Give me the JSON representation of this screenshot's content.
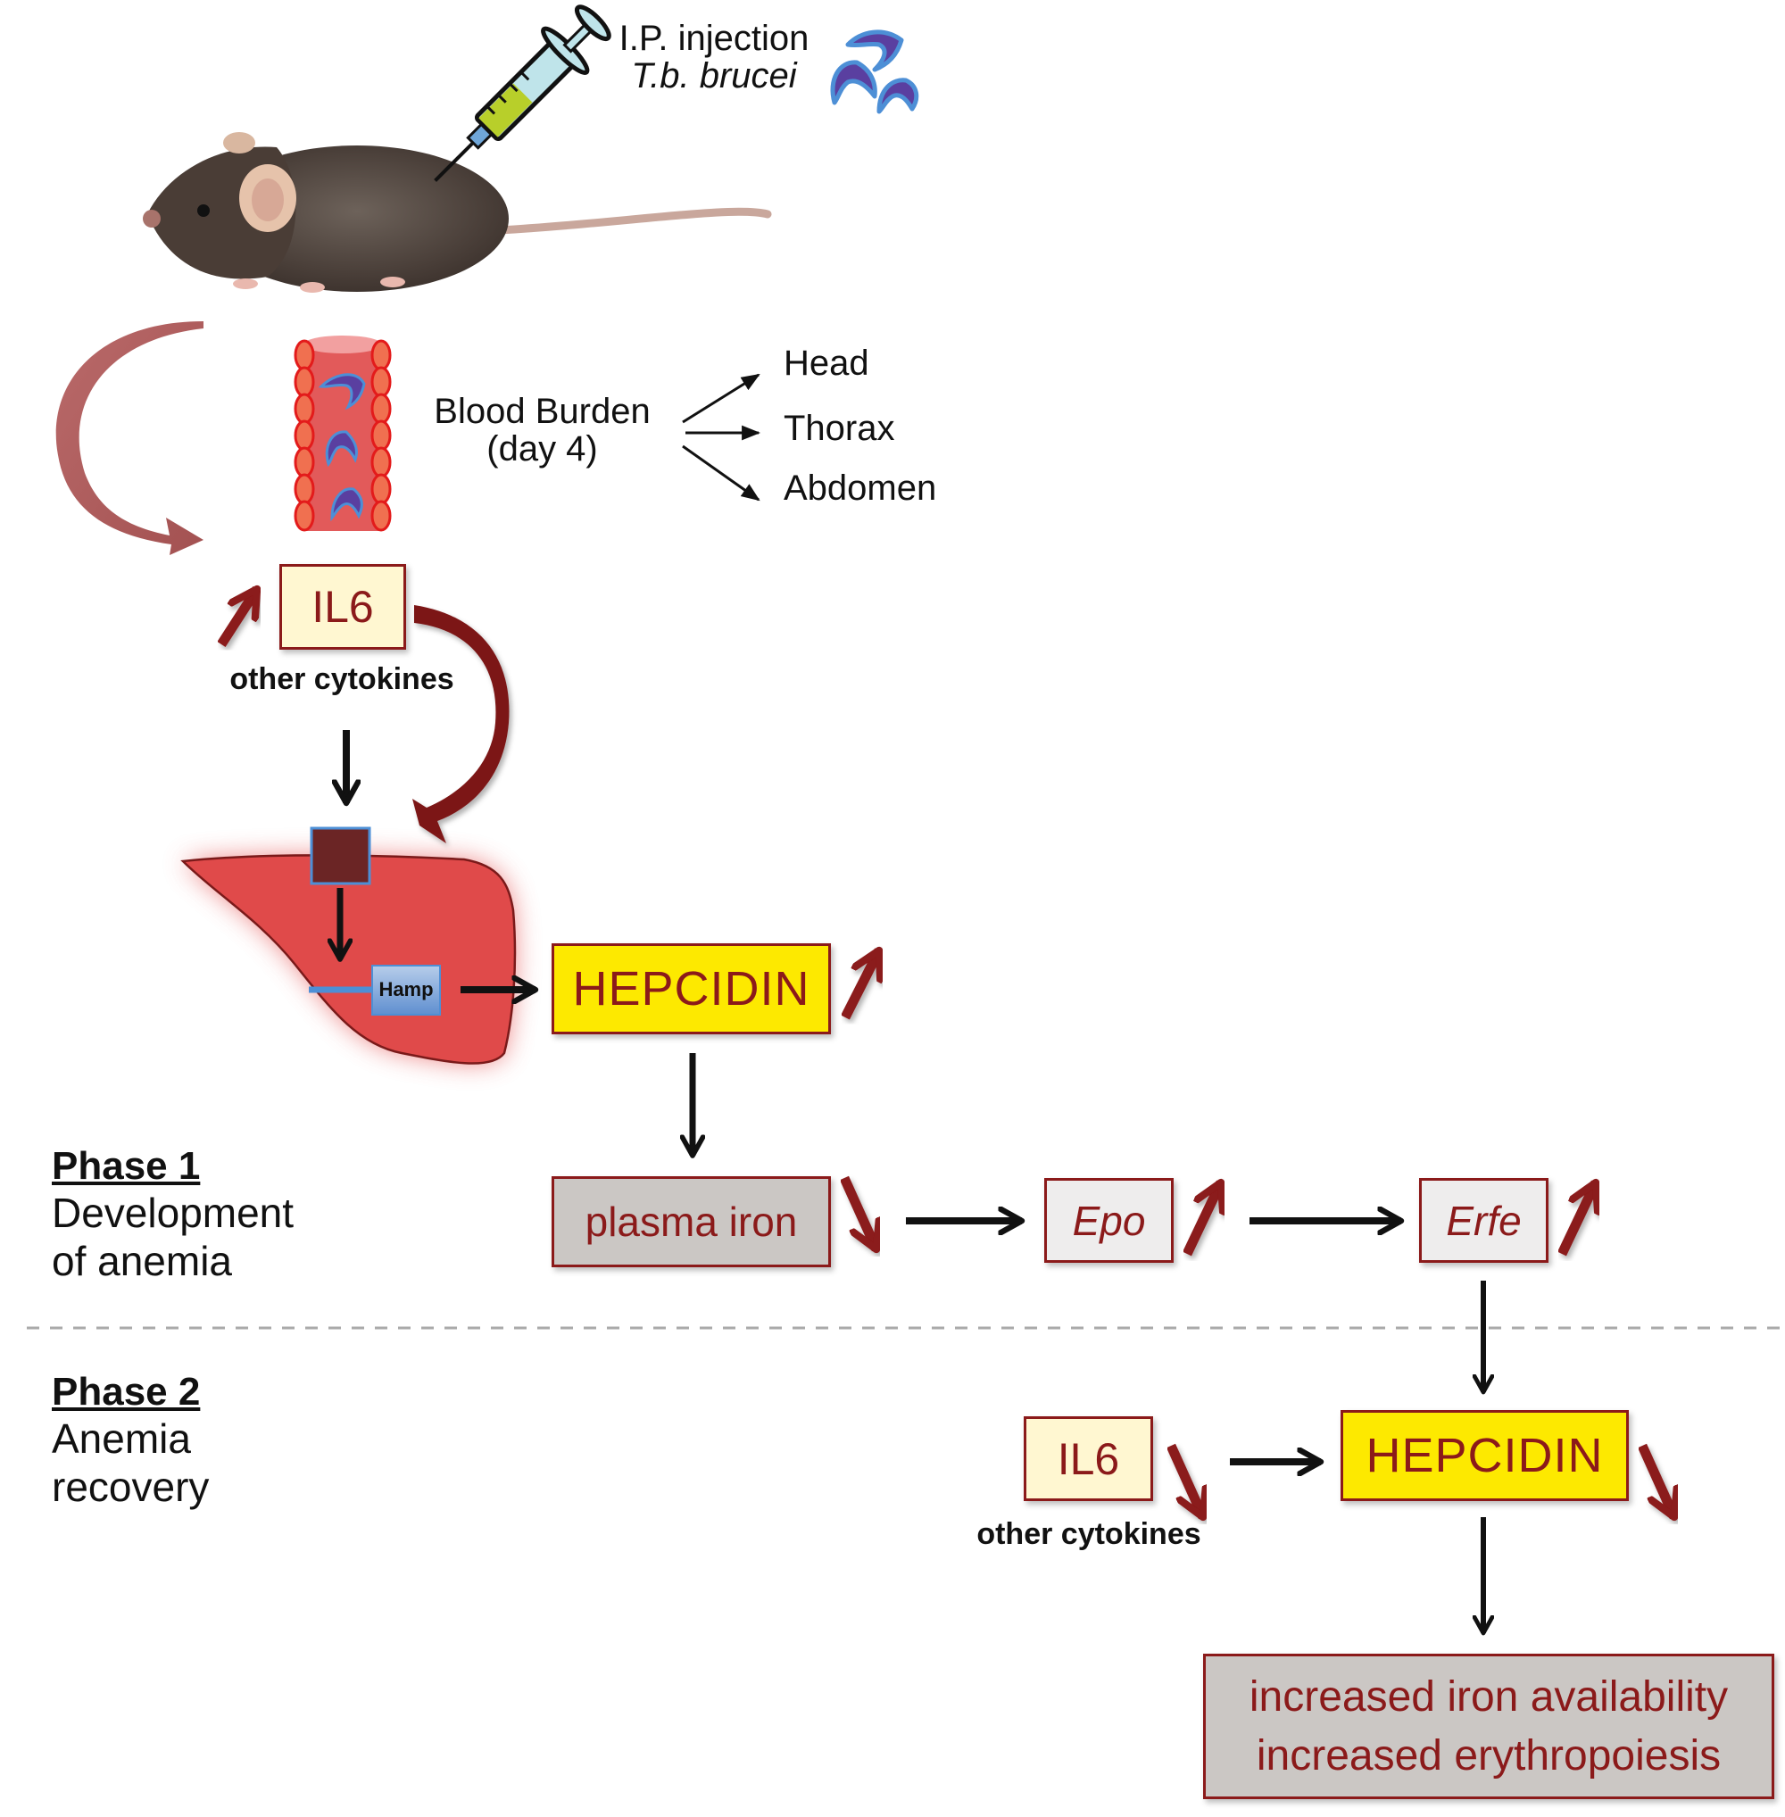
{
  "injection": {
    "line1": "I.P. injection",
    "line2": "T.b. brucei"
  },
  "blood_burden": {
    "line1": "Blood Burden",
    "line2": "(day 4)",
    "targets": [
      "Head",
      "Thorax",
      "Abdomen"
    ]
  },
  "phase1": {
    "title": "Phase 1",
    "description_lines": [
      "Development",
      "of anemia"
    ],
    "il6_label": "IL6",
    "il6_direction": "up",
    "cytokines_label": "other cytokines",
    "liver_gene_label": "Hamp",
    "hepcidin_label": "HEPCIDIN",
    "hepcidin_direction": "up",
    "plasma_iron_label": "plasma iron",
    "plasma_iron_direction": "down",
    "epo_label": "Epo",
    "epo_direction": "up",
    "erfe_label": "Erfe",
    "erfe_direction": "up"
  },
  "phase2": {
    "title": "Phase 2",
    "description_lines": [
      "Anemia",
      "recovery"
    ],
    "il6_label": "IL6",
    "il6_direction": "down",
    "cytokines_label": "other cytokines",
    "hepcidin_label": "HEPCIDIN",
    "hepcidin_direction": "down",
    "outcome_lines": [
      "increased iron availability",
      "increased erythropoiesis"
    ]
  },
  "colors": {
    "accent_dark_red": "#8b1a1a",
    "hepcidin_fill": "#fde900",
    "il6_fill": "#fff7d1",
    "plasma_iron_fill": "#cbc7c4",
    "gene_fill": "#eeeded",
    "liver_fill": "#e04a4a",
    "hamp_fill": "#7fa9dc",
    "divider": "#aaaaaa"
  }
}
